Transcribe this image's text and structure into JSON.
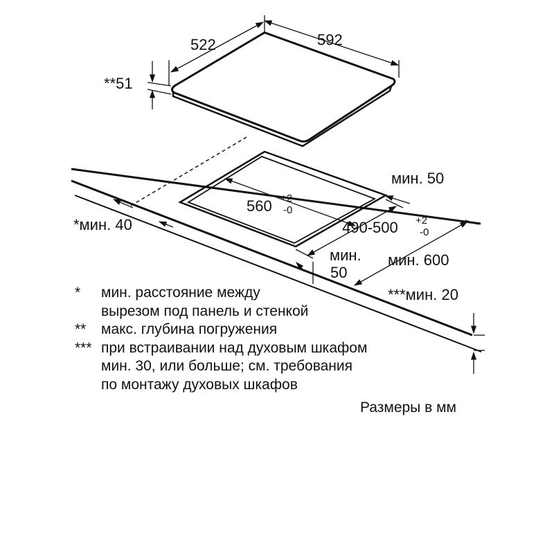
{
  "dimensions": {
    "hob_depth": "522",
    "hob_width": "592",
    "immersion_depth": "**51",
    "cutout_width": "560",
    "cutout_width_tol_plus": "+2",
    "cutout_width_tol_minus": "-0",
    "cutout_depth": "490-500",
    "cutout_depth_tol_plus": "+2",
    "cutout_depth_tol_minus": "-0",
    "back_clearance": "мин. 50",
    "front_clearance": "мин.",
    "front_clearance_value": "50",
    "side_clearance": "*мин. 40",
    "worktop_depth": "мин. 600",
    "worktop_thickness": "***мин. 20"
  },
  "notes": [
    {
      "mark": "*",
      "lines": [
        "мин. расстояние между",
        "вырезом под панель и стенкой"
      ]
    },
    {
      "mark": "**",
      "lines": [
        "макс. глубина погружения"
      ]
    },
    {
      "mark": "***",
      "lines": [
        "при встраивании над духовым шкафом",
        "мин. 30, или больше; см. требования",
        "по монтажу духовых шкафов"
      ]
    }
  ],
  "units_note": "Размеры в мм"
}
